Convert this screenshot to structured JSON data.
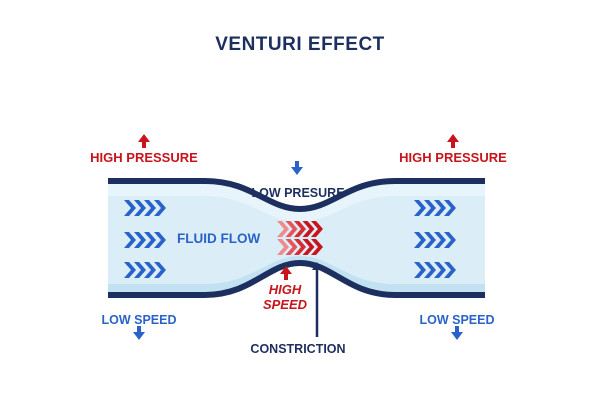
{
  "title": "VENTURI EFFECT",
  "labels": {
    "high_pressure_left": "HIGH PRESSURE",
    "high_pressure_right": "HIGH PRESSURE",
    "low_pressure": "LOW PRESURE",
    "fluid_flow": "FLUID FLOW",
    "high_speed_line1": "HIGH",
    "high_speed_line2": "SPEED",
    "low_speed_left": "LOW SPEED",
    "low_speed_right": "LOW SPEED",
    "constriction": "CONSTRICTION"
  },
  "colors": {
    "red": "#c8141c",
    "blue": "#2a63c8",
    "navy": "#1d2f5e",
    "fluid_light": "#dbeef8",
    "fluid_mid": "#c3e2f1",
    "pink": "#f08a8c"
  },
  "icons": {
    "flow_arrows": "chevron-right-icon",
    "pressure_arrows": "arrow-up-icon / arrow-down-icon"
  }
}
